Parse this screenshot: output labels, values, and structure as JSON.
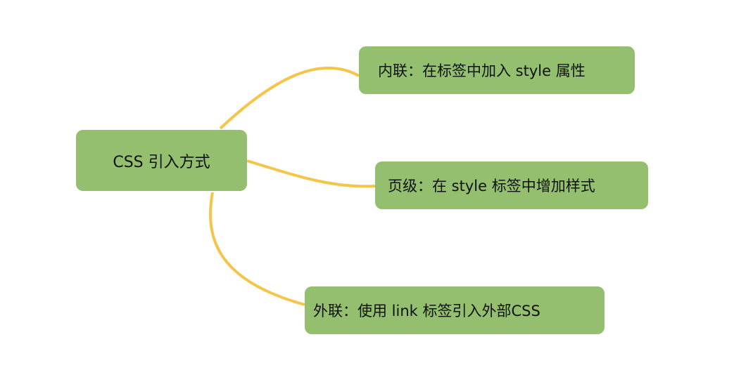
{
  "colors": {
    "node": "#93bf6e",
    "link": "#f5c54a"
  },
  "root": {
    "label": "CSS 引入方式"
  },
  "children": [
    {
      "label": "内联：在标签中加入 style 属性"
    },
    {
      "label": "页级：在 style 标签中增加样式"
    },
    {
      "label": "外联：使用 link 标签引入外部CSS"
    }
  ]
}
